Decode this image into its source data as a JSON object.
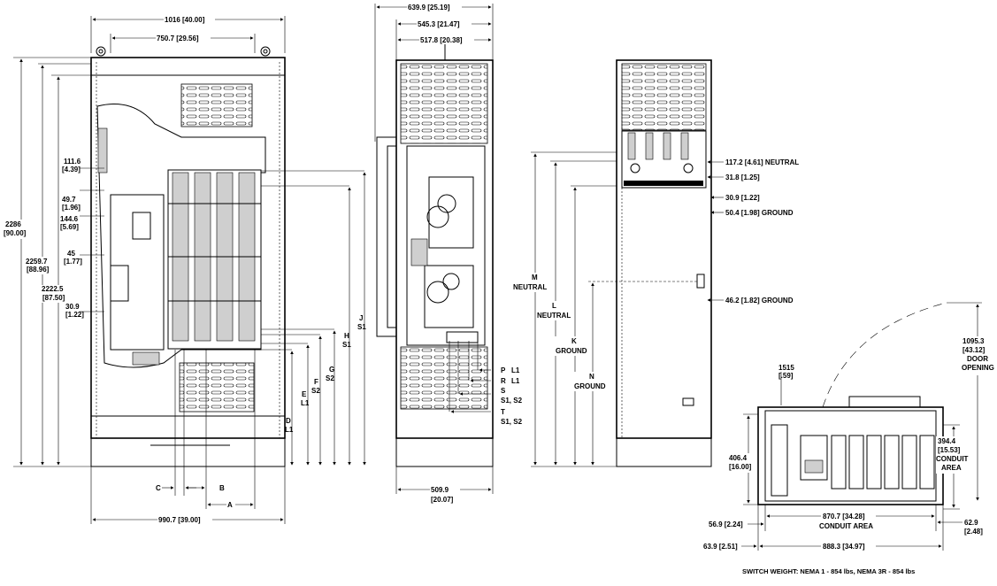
{
  "front": {
    "top_width": "1016 [40.00]",
    "top_inner": "750.7 [29.56]",
    "h_total": [
      "2286",
      "[90.00]"
    ],
    "h_2": [
      "2259.7",
      "[88.96]"
    ],
    "h_3": [
      "2222.5",
      "[87.50]"
    ],
    "left_dims": [
      [
        "111.6",
        "[4.39]"
      ],
      [
        "49.7",
        "[1.96]"
      ],
      [
        "144.6",
        "[5.69]"
      ],
      [
        "45",
        "[1.77]"
      ],
      [
        "30.9",
        "[1.22]"
      ]
    ],
    "bottom_c": "C",
    "bottom_b": "B",
    "bottom_a": "A",
    "bottom_width": "990.7 [39.00]",
    "vlabels": [
      [
        "D",
        "L1"
      ],
      [
        "E",
        "L1"
      ],
      [
        "F",
        "S2"
      ],
      [
        "G",
        "S2"
      ],
      [
        "H",
        "S1"
      ],
      [
        "J",
        "S1"
      ]
    ]
  },
  "side": {
    "top1": "639.9 [25.19]",
    "top2": "545.3 [21.47]",
    "top3": "517.8 [20.38]",
    "right_labels": [
      [
        "P",
        "L1"
      ],
      [
        "R",
        "L1"
      ],
      [
        "S",
        "S1, S2"
      ],
      [
        "T",
        "S1, S2"
      ]
    ],
    "bottom": [
      "509.9",
      "[20.07]"
    ]
  },
  "rear": {
    "left_labels": [
      [
        "M",
        "NEUTRAL"
      ],
      [
        "L",
        "NEUTRAL"
      ],
      [
        "K",
        "GROUND"
      ],
      [
        "N",
        "GROUND"
      ]
    ],
    "right_labels": [
      "117.2 [4.61] NEUTRAL",
      "31.8 [1.25]",
      "30.9 [1.22]",
      "50.4 [1.98] GROUND",
      "46.2 [1.82] GROUND"
    ]
  },
  "top_view": {
    "dim_1515": [
      "1515",
      "[.59]"
    ],
    "door": [
      "1095.3",
      "[43.12]",
      "DOOR",
      "OPENING"
    ],
    "left": [
      "406.4",
      "[16.00]"
    ],
    "conduit_r": [
      "394.4",
      "[15.53]",
      "CONDUIT",
      "AREA"
    ],
    "conduit_b": [
      "870.7 [34.28]",
      "CONDUIT  AREA"
    ],
    "d569": "56.9 [2.24]",
    "d629": [
      "62.9",
      "[2.48]"
    ],
    "d639": "63.9 [2.51]",
    "d888": "888.3 [34.97]"
  },
  "weight": "SWITCH WEIGHT: NEMA 1 - 854 lbs, NEMA 3R - 854 lbs"
}
